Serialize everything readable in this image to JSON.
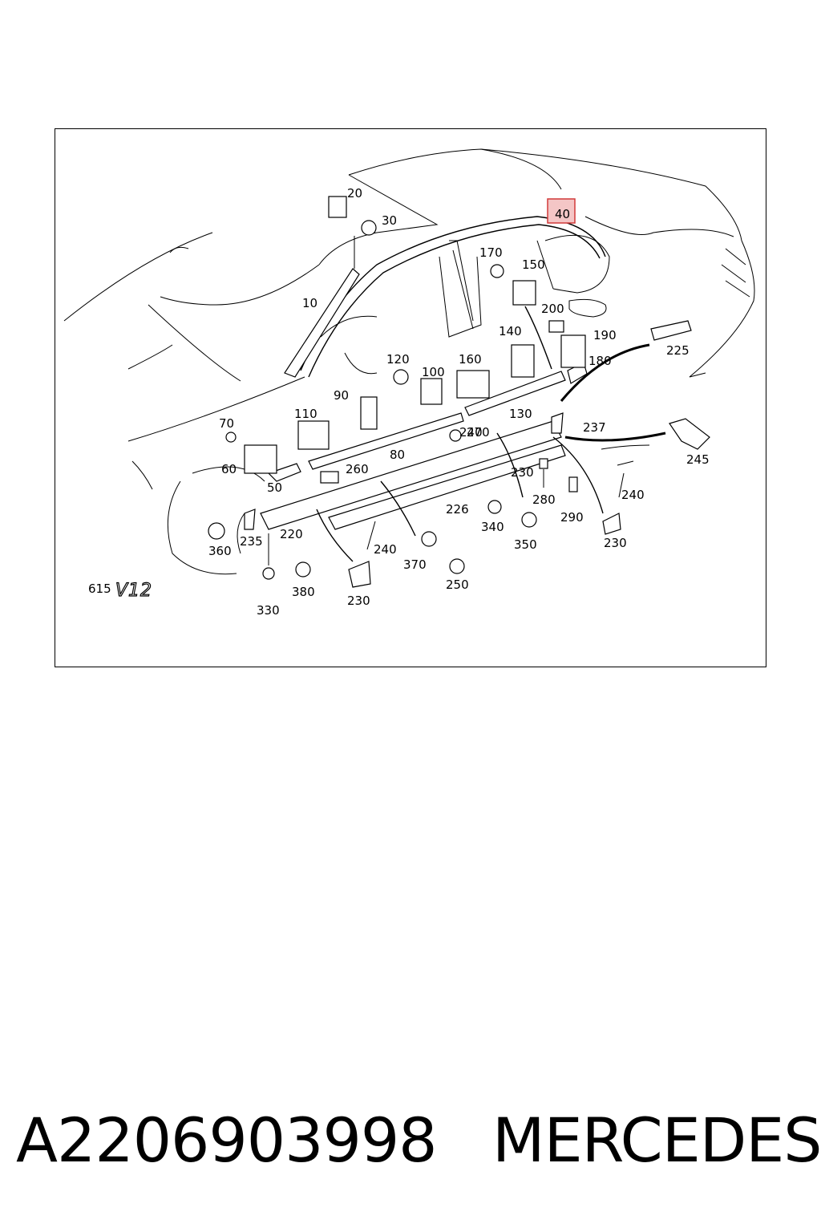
{
  "diagram": {
    "model_code": "615",
    "engine_badge": "V12",
    "highlighted_callout": "40",
    "callouts": [
      "10",
      "20",
      "30",
      "40",
      "50",
      "60",
      "70",
      "80",
      "90",
      "100",
      "110",
      "120",
      "130",
      "140",
      "150",
      "160",
      "170",
      "180",
      "190",
      "200",
      "220",
      "225",
      "226",
      "230",
      "230",
      "230",
      "235",
      "237",
      "240",
      "240",
      "240",
      "245",
      "250",
      "260",
      "270",
      "280",
      "290",
      "330",
      "340",
      "350",
      "360",
      "370",
      "380"
    ]
  },
  "caption": {
    "part_number": "A2206903998",
    "brand": "MERCEDES"
  }
}
